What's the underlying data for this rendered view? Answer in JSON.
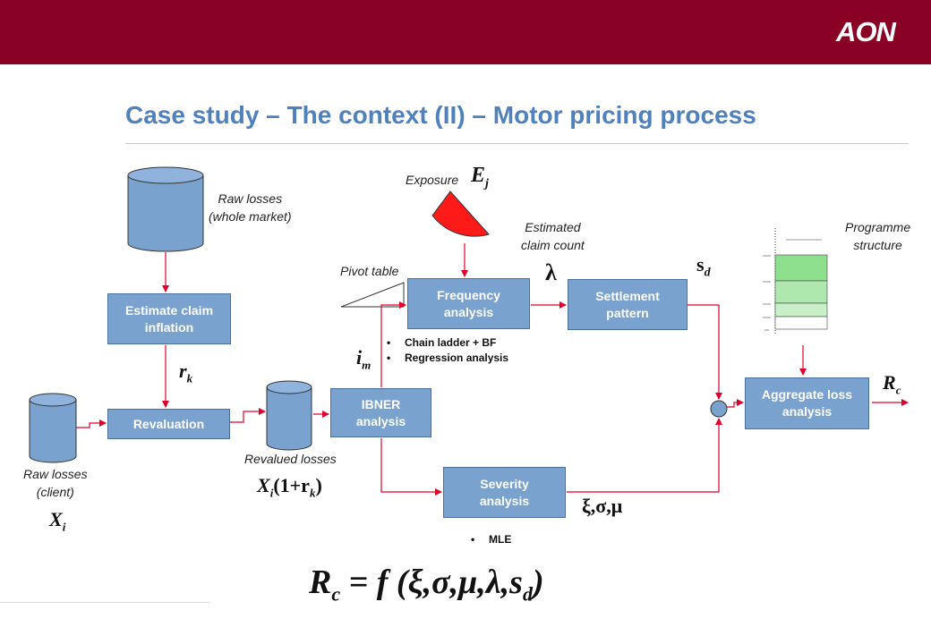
{
  "header": {
    "logo_text": "AON",
    "bar_color": "#8a0126"
  },
  "title": "Case study – The context (II) – Motor pricing process",
  "boxes": {
    "estimate_inflation": "Estimate claim inflation",
    "revaluation": "Revaluation",
    "ibner": "IBNER analysis",
    "frequency": "Frequency analysis",
    "settlement": "Settlement pattern",
    "severity": "Severity analysis",
    "aggregate": "Aggregate loss analysis"
  },
  "labels": {
    "raw_market": "Raw losses\n(whole market)",
    "raw_client": "Raw losses\n(client)",
    "revalued": "Revalued losses",
    "exposure": "Exposure",
    "estimated_count": "Estimated\nclaim count",
    "pivot": "Pivot table",
    "programme": "Programme\nstructure"
  },
  "variables": {
    "rk": "r",
    "rk_sub": "k",
    "xi": "X",
    "xi_sub": "i",
    "xi_revalued": "X",
    "xi_revalued_sub": "i",
    "xi_revalued_tail": "(1+r",
    "xi_revalued_tail_sub": "k",
    "xi_revalued_close": ")",
    "im": "i",
    "im_sub": "m",
    "ej": "E",
    "ej_sub": "j",
    "lambda": "λ",
    "sd": "s",
    "sd_sub": "d",
    "rc": "R",
    "rc_sub": "c",
    "params": "ξ,σ,μ"
  },
  "bullets": {
    "frequency_methods": [
      "Chain ladder + BF",
      "Regression analysis"
    ],
    "severity_methods": [
      "MLE"
    ]
  },
  "formula": {
    "lhs": "R",
    "lhs_sub": "c",
    "rhs": " = f (ξ,σ,μ,λ,s",
    "rhs_sub": "d",
    "close": ")"
  },
  "colors": {
    "box_fill": "#7aa2cf",
    "arrow": "#e0002a",
    "title": "#4f81bd",
    "cylinder": "#7aa2cf"
  }
}
